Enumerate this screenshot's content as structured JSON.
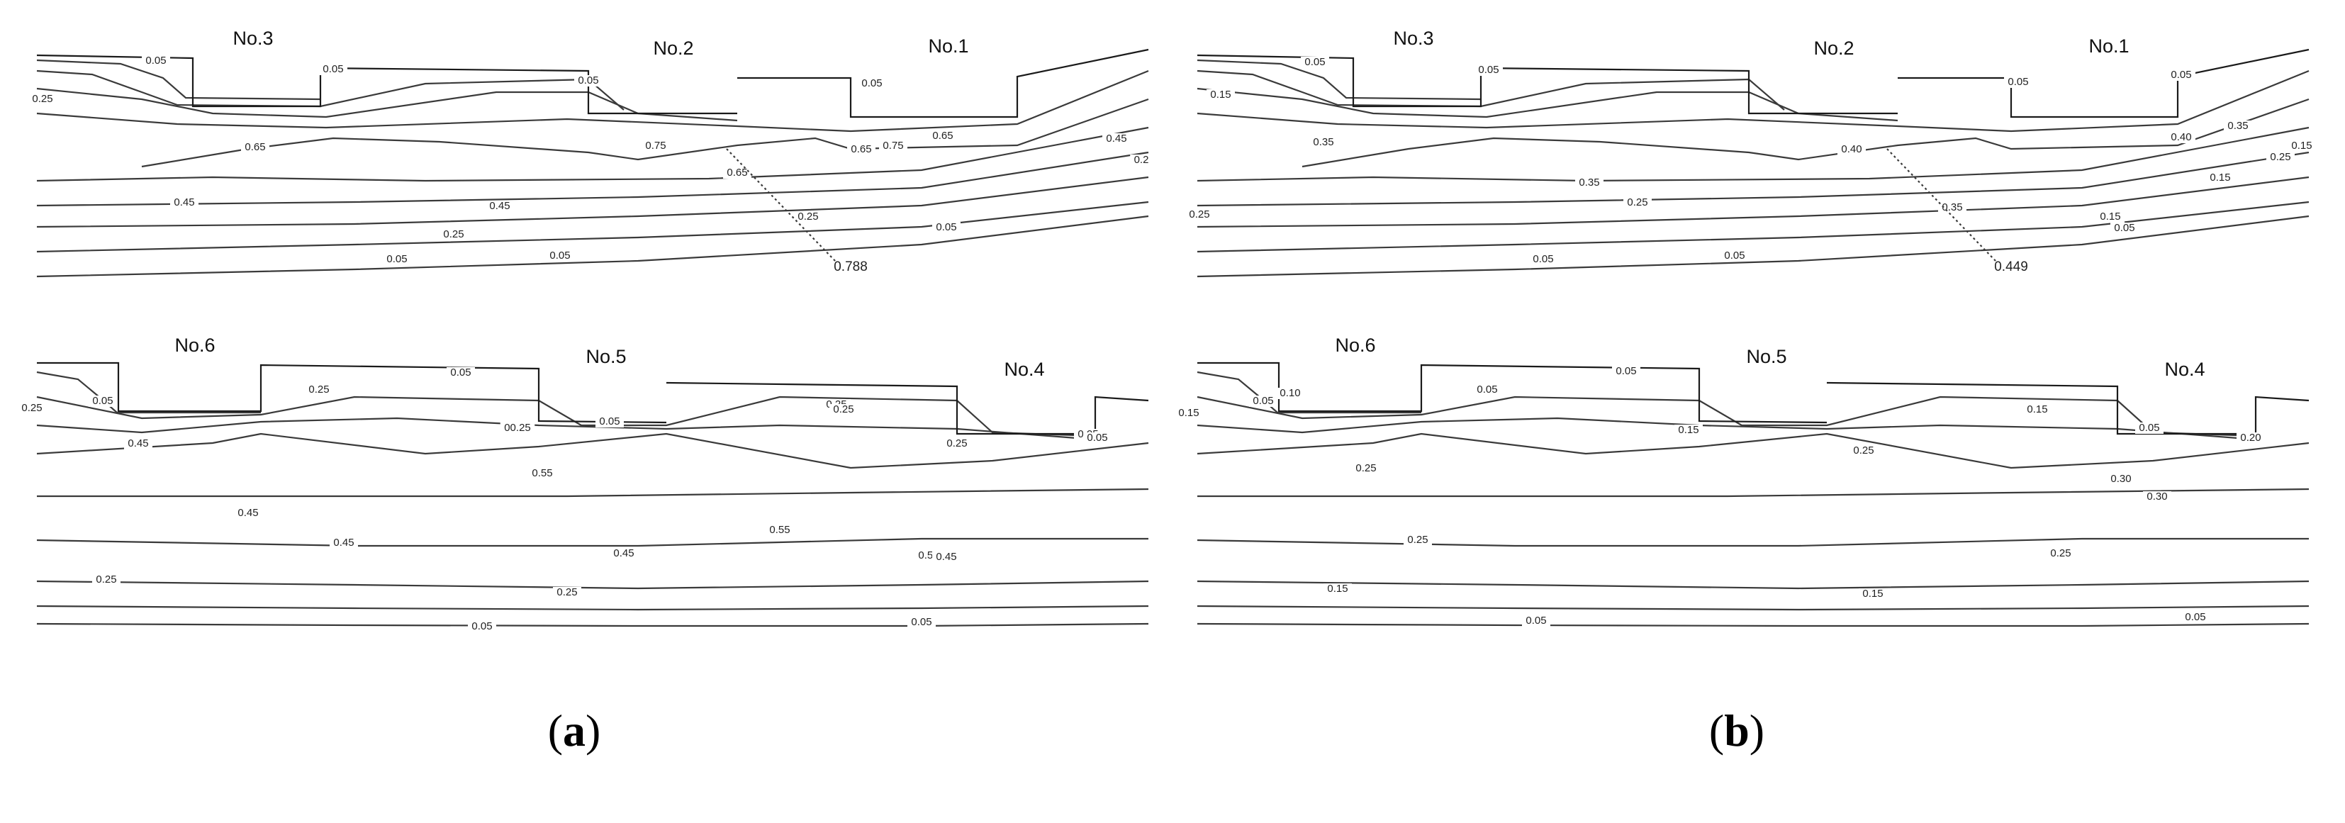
{
  "panels": [
    {
      "id": "a",
      "caption": "a",
      "rows": [
        {
          "boats": [
            "No.3",
            "No.2",
            "No.1"
          ],
          "contour_labels": [
            "0.05",
            "0.05",
            "0.25",
            "0.05",
            "0.05",
            "0.65",
            "0.75",
            "0.65",
            "0.65",
            "0.75",
            "0.65",
            "0.45",
            "0.2",
            "0.45",
            "0.45",
            "0.25",
            "0.25",
            "0.05",
            "0.05",
            "0.05"
          ],
          "annotation": "0.788"
        },
        {
          "boats": [
            "No.6",
            "No.5",
            "No.4"
          ],
          "contour_labels": [
            "0.05",
            "0.25",
            "0.05",
            "0.25",
            "0.25",
            "00.25",
            "0.05",
            "0.25",
            "0.05",
            "0.25",
            "0.05",
            "0.45",
            "0.55",
            "0.45",
            "0.55",
            "0.55",
            "0.45",
            "0.45",
            "0.45",
            "0.25",
            "0.25",
            "0.05",
            "0.05"
          ]
        }
      ]
    },
    {
      "id": "b",
      "caption": "b",
      "rows": [
        {
          "boats": [
            "No.3",
            "No.2",
            "No.1"
          ],
          "contour_labels": [
            "0.05",
            "0.15",
            "0.05",
            "0.05",
            "0.05",
            "0.35",
            "0.40",
            "0.40",
            "0.35",
            "0.35",
            "0.35",
            "0.25",
            "0.25",
            "0.25",
            "0.15",
            "0.15",
            "0.15",
            "0.05",
            "0.05",
            "0.05"
          ],
          "annotation": "0.449"
        },
        {
          "boats": [
            "No.6",
            "No.5",
            "No.4"
          ],
          "contour_labels": [
            "0.05",
            "0.15",
            "0.05",
            "0.10",
            "0.05",
            "0.15",
            "0.15",
            "0.05",
            "0.20",
            "0.25",
            "0.25",
            "0.30",
            "0.30",
            "0.25",
            "0.25",
            "0.15",
            "0.15",
            "0.05",
            "0.05"
          ]
        }
      ]
    }
  ]
}
